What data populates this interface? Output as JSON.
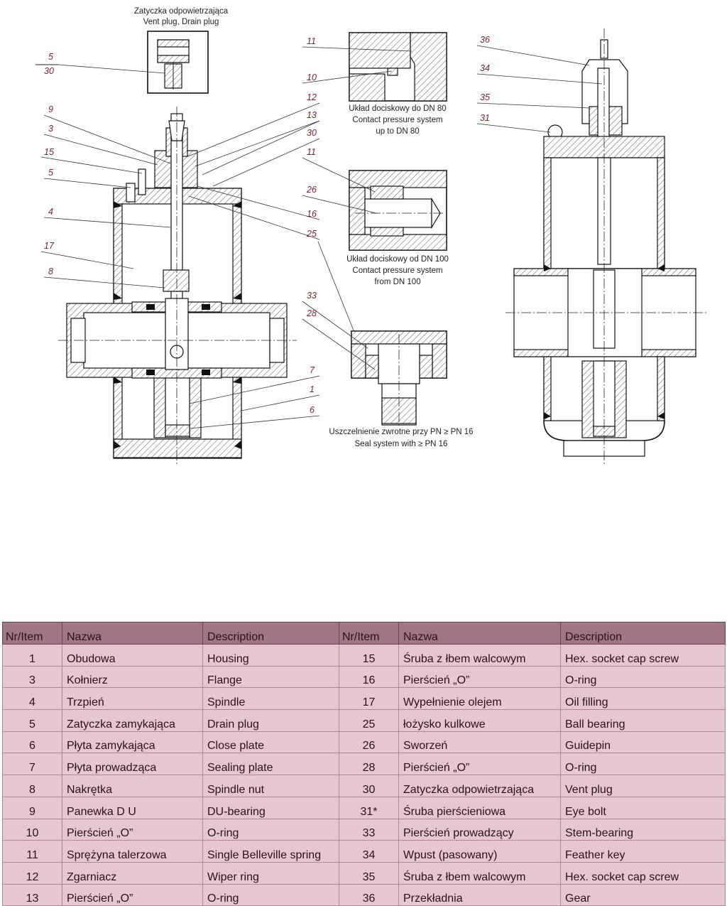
{
  "drawing": {
    "vent_plug_caption": [
      "Zatyczka odpowietrzająca",
      "Vent plug, Drain plug"
    ],
    "detail_dn80_caption": [
      "Układ dociskowy do DN 80",
      "Contact pressure system",
      "up to DN 80"
    ],
    "detail_dn100_caption": [
      "Układ dociskowy od DN 100",
      "Contact pressure system",
      "from DN 100"
    ],
    "detail_seal_caption": [
      "Uszczelnienie zwrotne przy PN ≥ PN 16",
      "Seal system with ≥ PN 16"
    ],
    "callouts_left": [
      "5",
      "30",
      "9",
      "3",
      "15",
      "5",
      "4",
      "17",
      "8"
    ],
    "callouts_mid_upper": [
      "12",
      "13",
      "30",
      "16",
      "25"
    ],
    "callouts_mid_lower": [
      "7",
      "1",
      "6"
    ],
    "callouts_detail": [
      "11",
      "10",
      "11",
      "26",
      "33",
      "28"
    ],
    "callouts_right": [
      "36",
      "34",
      "35",
      "31"
    ]
  },
  "table": {
    "headers": [
      "Nr/Item",
      "Nazwa",
      "Description",
      "Nr/Item",
      "Nazwa",
      "Description"
    ],
    "rows": [
      [
        "1",
        "Obudowa",
        "Housing",
        "15",
        "Śruba z łbem walcowym",
        "Hex. socket cap screw"
      ],
      [
        "3",
        "Kołnierz",
        "Flange",
        "16",
        "Pierścień „O”",
        "O-ring"
      ],
      [
        "4",
        "Trzpień",
        "Spindle",
        "17",
        "Wypełnienie olejem",
        "Oil filling"
      ],
      [
        "5",
        "Zatyczka zamykająca",
        "Drain plug",
        "25",
        "łożysko kulkowe",
        "Ball bearing"
      ],
      [
        "6",
        "Płyta zamykająca",
        "Close plate",
        "26",
        "Sworzeń",
        "Guidepin"
      ],
      [
        "7",
        "Płyta prowadząca",
        "Sealing plate",
        "28",
        "Pierścień „O”",
        "O-ring"
      ],
      [
        "8",
        "Nakrętka",
        "Spindle nut",
        "30",
        "Zatyczka odpowietrzająca",
        "Vent plug"
      ],
      [
        "9",
        "Panewka D U",
        "DU-bearing",
        "31*",
        "Śruba pierścieniowa",
        "Eye bolt"
      ],
      [
        "10",
        "Pierścień „O”",
        "O-ring",
        "33",
        "Pierścień prowadzący",
        "Stem-bearing"
      ],
      [
        "11",
        "Sprężyna talerzowa",
        "Single Belleville spring",
        "34",
        "Wpust (pasowany)",
        "Feather key"
      ],
      [
        "12",
        "Zgarniacz",
        "Wiper ring",
        "35",
        "Śruba z łbem walcowym",
        "Hex. socket cap screw"
      ],
      [
        "13",
        "Pierścień „O”",
        "O-ring",
        "36",
        "Przekładnia",
        "Gear"
      ]
    ]
  }
}
